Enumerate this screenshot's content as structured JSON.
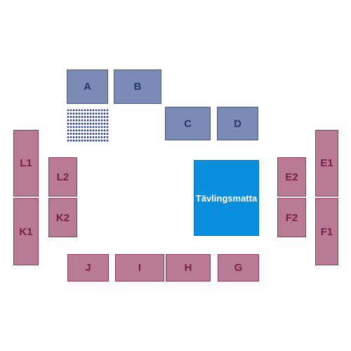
{
  "colors": {
    "upper_section": "#7b8bb5",
    "lower_section": "#b87a94",
    "competition_mat": "#0a8fde",
    "seat_dots": "#2c3f8a"
  },
  "sections": {
    "A": "A",
    "B": "B",
    "C": "C",
    "D": "D",
    "E1": "E1",
    "E2": "E2",
    "F1": "F1",
    "F2": "F2",
    "G": "G",
    "H": "H",
    "I": "I",
    "J": "J",
    "K1": "K1",
    "K2": "K2",
    "L1": "L1",
    "L2": "L2"
  },
  "mat_label": "Tävlingsmatta",
  "seat_grid": {
    "rows": 10,
    "cols": 15
  }
}
